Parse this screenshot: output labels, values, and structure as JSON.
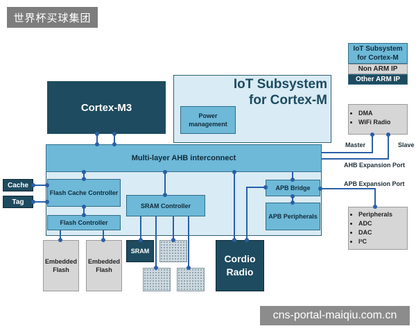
{
  "watermark": {
    "top": "世界杯买球集团",
    "bottom": "cns-portal-maiqiu.com.cn"
  },
  "subsystem": {
    "title_line1": "IoT Subsystem",
    "title_line2": "for Cortex-M"
  },
  "blocks": {
    "cortex": "Cortex-M3",
    "power_line1": "Power",
    "power_line2": "management",
    "ahb": "Multi-layer AHB interconnect",
    "cache": "Cache",
    "tag": "Tag",
    "flash_cache_controller": "Flash Cache Controller",
    "flash_controller": "Flash Controller",
    "sram_controller": "SRAM Controller",
    "apb_bridge": "APB Bridge",
    "apb_peripherals": "APB Peripherals",
    "embedded_flash_1": [
      "Embedded",
      "Flash"
    ],
    "embedded_flash_2": [
      "Embedded",
      "Flash"
    ],
    "sram": "SRAM",
    "cordio_line1": "Cordio",
    "cordio_line2": "Radio"
  },
  "external": {
    "dma_box": [
      "DMA",
      "WiFi Radio"
    ],
    "periph_box": [
      "Peripherals",
      "ADC",
      "DAC",
      "I²C"
    ]
  },
  "ports": {
    "master": "Master",
    "slave": "Slave",
    "ahb_expansion": "AHB Expansion Port",
    "apb_expansion": "APB Expansion Port"
  },
  "legend": {
    "iot_line1": "IoT Subsystem",
    "iot_line2": "for Cortex-M",
    "non_arm": "Non ARM IP",
    "other_arm": "Other ARM IP"
  },
  "colors": {
    "dark_blue": "#1e4b5f",
    "mid_blue": "#6eb8d8",
    "light_blue": "#d9ebf4",
    "gray": "#d6d6d6"
  }
}
